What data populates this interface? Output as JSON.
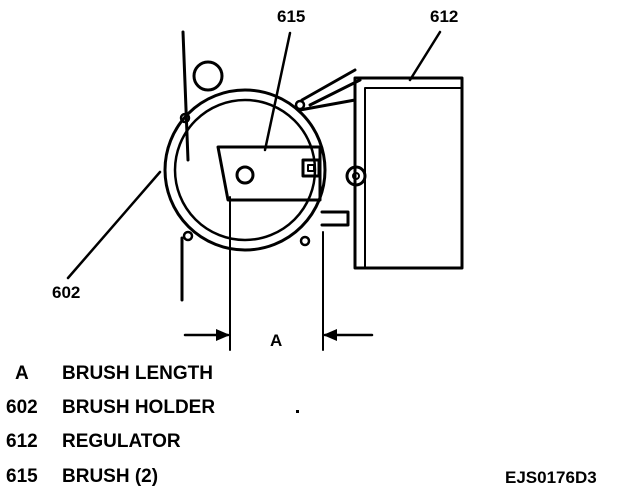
{
  "diagram": {
    "callouts": {
      "c615": "615",
      "c612": "612",
      "c602": "602",
      "dimension_a": "A"
    }
  },
  "legend": [
    {
      "key": "A",
      "text": "BRUSH LENGTH"
    },
    {
      "key": "602",
      "text": "BRUSH HOLDER"
    },
    {
      "key": "612",
      "text": "REGULATOR"
    },
    {
      "key": "615",
      "text": "BRUSH (2)"
    }
  ],
  "figure_id": "EJS0176D3"
}
